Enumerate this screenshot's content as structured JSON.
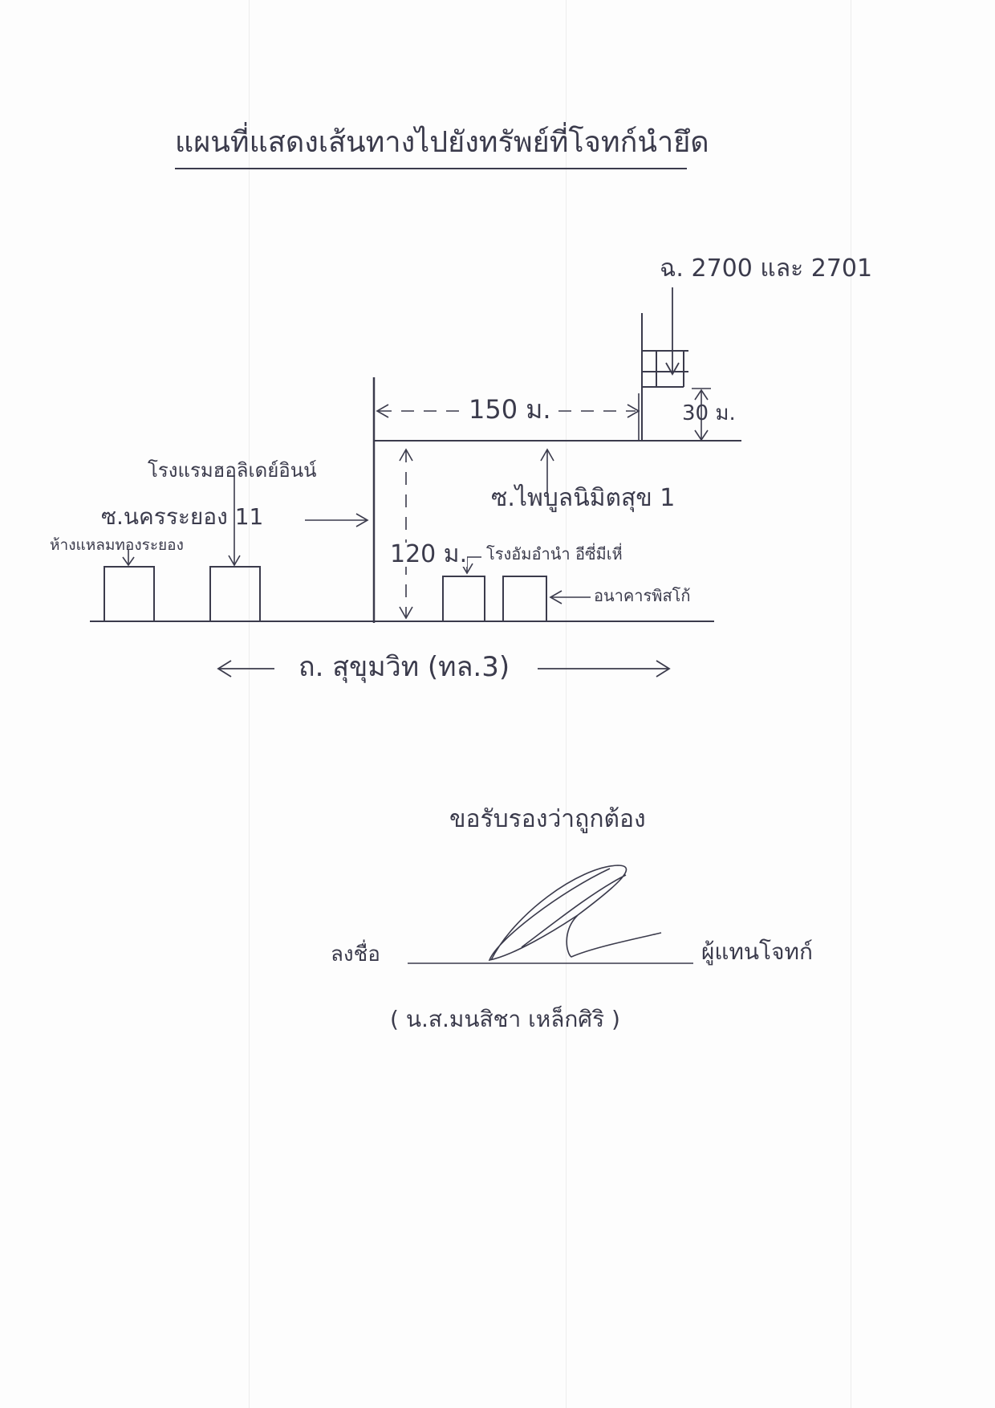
{
  "title": "แผนที่แสดงเส้นทางไปยังทรัพย์ที่โจทก์นำยึด",
  "deed_label": "ฉ. 2700 และ 2701",
  "distances": {
    "road_length": "150 ม.",
    "depth": "120 ม.",
    "plot_width": "30 ม."
  },
  "landmarks": {
    "hotel": "โรงแรมฮอลิเดย์อินน์",
    "soi_left": "ซ.นครระยอง 11",
    "soi_right": "ซ.ไพบูลนิมิตสุข 1",
    "store": "ห้างแหลมทองระยอง",
    "restaurant": "โรงอัมอำนำ อีซี่มีเหี่",
    "building": "อนาคารพิสโก้"
  },
  "main_road": "ถ. สุขุมวิท (ทล.3)",
  "certification": {
    "statement": "ขอรับรองว่าถูกต้อง",
    "sign_label": "ลงชื่อ",
    "role": "ผู้แทนโจทก์",
    "name": "( น.ส.มนสิชา เหล็กศิริ )"
  },
  "colors": {
    "ink": "#3b3b4c",
    "paper": "#fdfdfd"
  }
}
